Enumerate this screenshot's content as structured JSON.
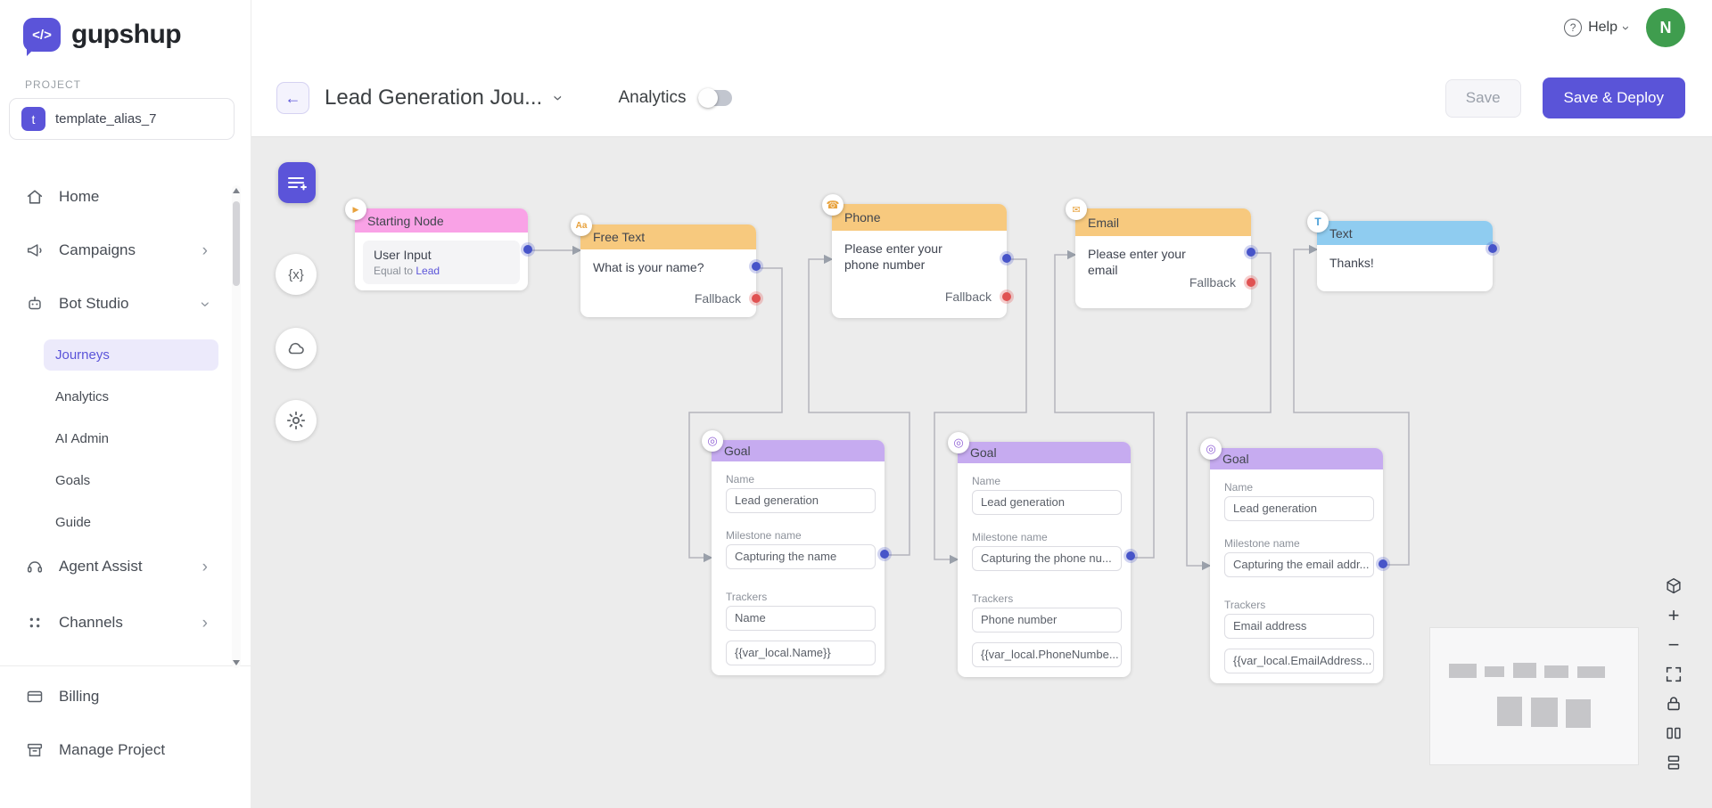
{
  "brand": {
    "name": "gupshup"
  },
  "colors": {
    "primary": "#5b54d9",
    "header_pink": "#f9a2e6",
    "header_orange": "#f7c97e",
    "header_blue": "#8fccf0",
    "header_purple": "#c6abf0",
    "port_blue": "#4754c9",
    "port_red": "#e05252",
    "avatar_green": "#3f9d4e"
  },
  "topbar": {
    "help": "Help",
    "avatar_initial": "N",
    "title": "Lead Generation Jou...",
    "analytics_label": "Analytics",
    "analytics_on": false,
    "save": "Save",
    "save_deploy": "Save & Deploy"
  },
  "sidebar": {
    "section_label": "PROJECT",
    "project": {
      "initial": "t",
      "name": "template_alias_7"
    },
    "nav": [
      {
        "label": "Home"
      },
      {
        "label": "Campaigns"
      },
      {
        "label": "Bot Studio"
      },
      {
        "label": "Agent Assist"
      },
      {
        "label": "Channels"
      },
      {
        "label": "Billing"
      },
      {
        "label": "Manage Project"
      }
    ],
    "bot_studio_children": [
      {
        "label": "Journeys",
        "selected": true
      },
      {
        "label": "Analytics"
      },
      {
        "label": "AI Admin"
      },
      {
        "label": "Goals"
      },
      {
        "label": "Guide"
      }
    ]
  },
  "canvas": {
    "nodes": {
      "starting": {
        "title": "Starting Node",
        "line1": "User Input",
        "line2_prefix": "Equal to ",
        "line2_link": "Lead"
      },
      "free_text": {
        "title": "Free Text",
        "icon": "Aa",
        "question": "What is your name?",
        "fallback": "Fallback"
      },
      "phone": {
        "title": "Phone",
        "question": "Please enter your phone number",
        "fallback": "Fallback"
      },
      "email": {
        "title": "Email",
        "question": "Please enter your email",
        "fallback": "Fallback"
      },
      "text": {
        "title": "Text",
        "icon": "T",
        "message": "Thanks!"
      },
      "goal1": {
        "title": "Goal",
        "name_label": "Name",
        "name_value": "Lead generation",
        "milestone_label": "Milestone name",
        "milestone_value": "Capturing the name",
        "trackers_label": "Trackers",
        "tracker_value": "Name",
        "variable_value": "{{var_local.Name}}"
      },
      "goal2": {
        "title": "Goal",
        "name_label": "Name",
        "name_value": "Lead generation",
        "milestone_label": "Milestone name",
        "milestone_value": "Capturing the phone nu...",
        "trackers_label": "Trackers",
        "tracker_value": "Phone number",
        "variable_value": "{{var_local.PhoneNumbe..."
      },
      "goal3": {
        "title": "Goal",
        "name_label": "Name",
        "name_value": "Lead generation",
        "milestone_label": "Milestone name",
        "milestone_value": "Capturing the email addr...",
        "trackers_label": "Trackers",
        "tracker_value": "Email address",
        "variable_value": "{{var_local.EmailAddress..."
      }
    }
  }
}
